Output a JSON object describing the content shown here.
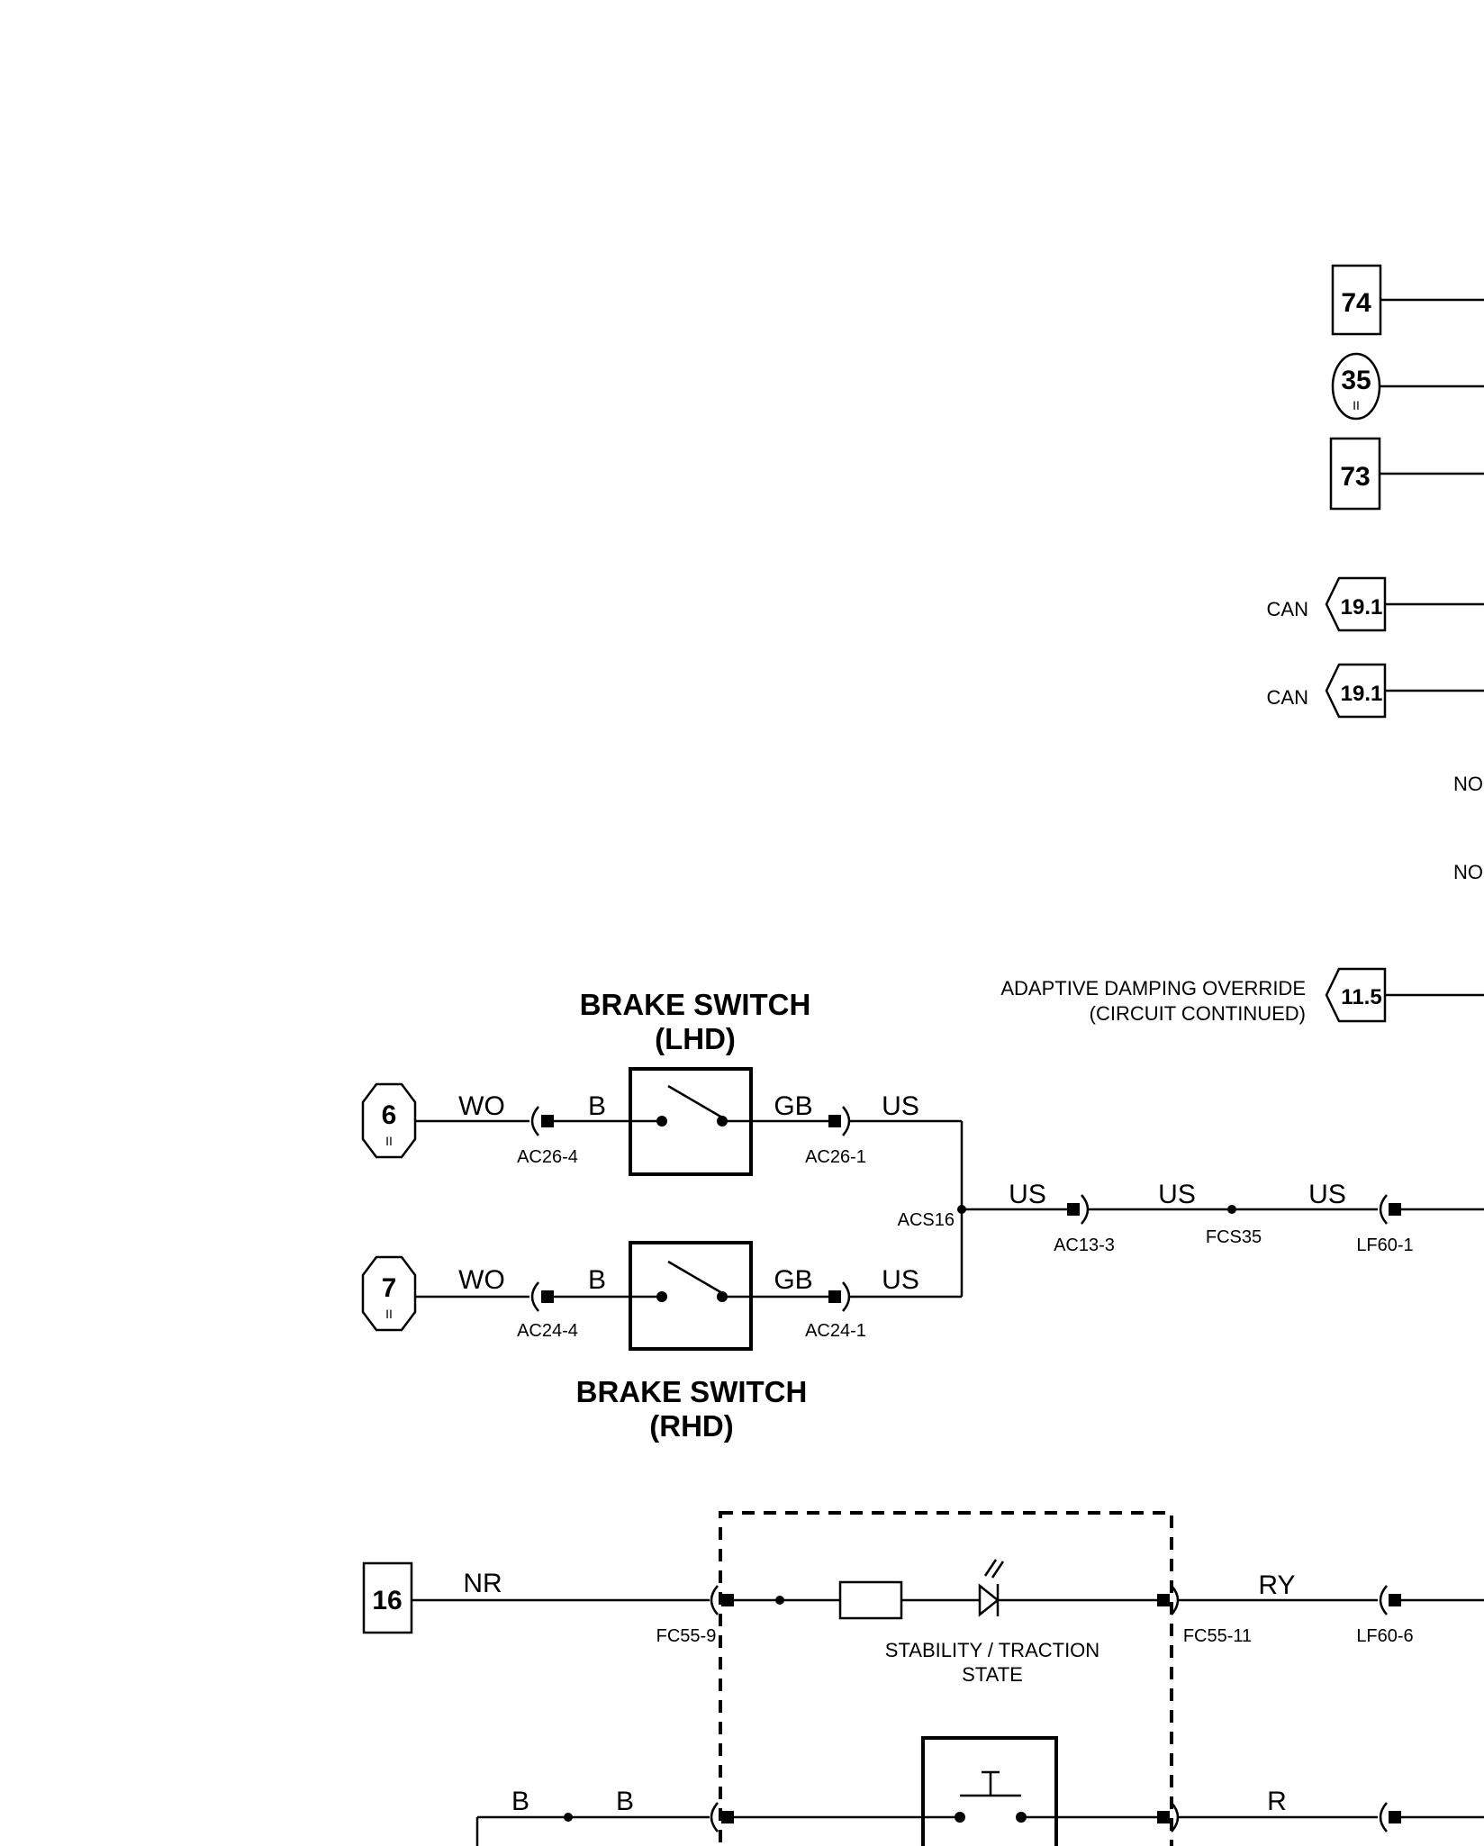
{
  "refs": {
    "r74": "74",
    "r35": "35",
    "r35_sub": "II",
    "r73": "73",
    "r6": "6",
    "r6_sub": "II",
    "r7": "7",
    "r7_sub": "II",
    "r16": "16",
    "can_1": "19.1",
    "can_2": "19.1",
    "adaptive": "11.5"
  },
  "labels": {
    "can_1": "CAN",
    "can_2": "CAN",
    "not_1": "NO",
    "not_2": "NO",
    "adaptive_line1": "ADAPTIVE DAMPING OVERRIDE",
    "adaptive_line2": "(CIRCUIT CONTINUED)",
    "brake_lhd_line1": "BRAKE SWITCH",
    "brake_lhd_line2": "(LHD)",
    "brake_rhd_line1": "BRAKE SWITCH",
    "brake_rhd_line2": "(RHD)",
    "stability_line1": "STABILITY / TRACTION",
    "stability_line2": "STATE"
  },
  "wires": {
    "wo_top": "WO",
    "b_top": "B",
    "gb_top": "GB",
    "us_top": "US",
    "wo_bot": "WO",
    "b_bot": "B",
    "gb_bot": "GB",
    "us_bot": "US",
    "us_1": "US",
    "us_2": "US",
    "us_3": "US",
    "nr": "NR",
    "ry": "RY",
    "b_low1": "B",
    "b_low2": "B",
    "r_low": "R"
  },
  "connectors": {
    "ac26_4": "AC26-4",
    "ac26_1": "AC26-1",
    "ac24_4": "AC24-4",
    "ac24_1": "AC24-1",
    "acs16": "ACS16",
    "ac13_3": "AC13-3",
    "fcs35": "FCS35",
    "lf60_1": "LF60-1",
    "fc55_9": "FC55-9",
    "fc55_11": "FC55-11",
    "lf60_6": "LF60-6"
  }
}
